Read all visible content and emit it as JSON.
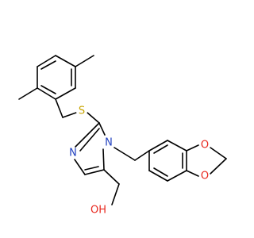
{
  "labels": {
    "sulfur": "S",
    "imidazole_n1": "N",
    "imidazole_n3": "N",
    "dioxole_o_top": "O",
    "dioxole_o_bottom": "O",
    "hydroxyl": "OH"
  },
  "colors": {
    "bond": "#000000",
    "sulfur": "#c8a400",
    "nitrogen": "#1f3fbf",
    "oxygen": "#e8281e"
  }
}
